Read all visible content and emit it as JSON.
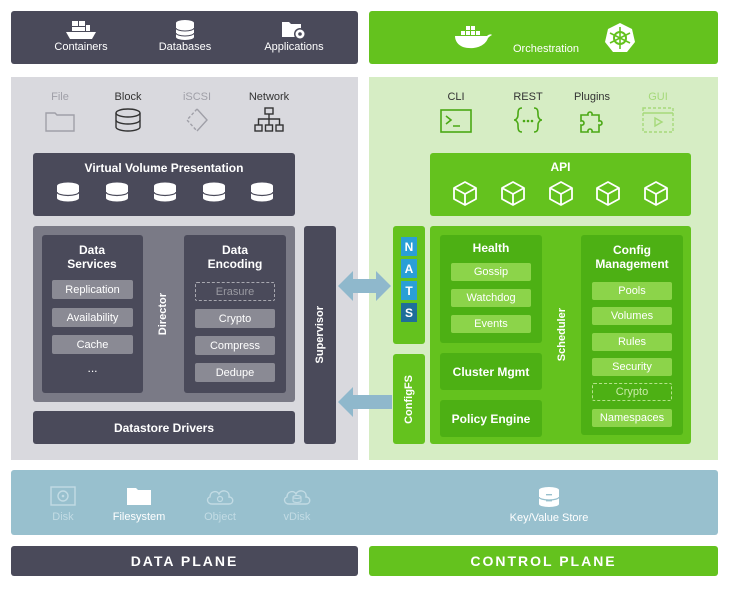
{
  "top_left": {
    "containers": "Containers",
    "databases": "Databases",
    "applications": "Applications"
  },
  "top_right": {
    "orchestration": "Orchestration"
  },
  "data_plane": {
    "protocols": [
      "File",
      "Block",
      "iSCSI",
      "Network"
    ],
    "virtual_volume": "Virtual Volume Presentation",
    "data_services": {
      "title": "Data Services",
      "items": [
        "Replication",
        "Availability",
        "Cache",
        "..."
      ]
    },
    "director": "Director",
    "data_encoding": {
      "title": "Data Encoding",
      "items": [
        "Erasure",
        "Crypto",
        "Compress",
        "Dedupe"
      ]
    },
    "datastore_drivers": "Datastore Drivers",
    "supervisor": "Supervisor"
  },
  "control_plane": {
    "interfaces": [
      "CLI",
      "REST",
      "Plugins",
      "GUI"
    ],
    "api": "API",
    "nats": [
      "N",
      "A",
      "T",
      "S"
    ],
    "configfs": "ConfigFS",
    "health": {
      "title": "Health",
      "items": [
        "Gossip",
        "Watchdog",
        "Events"
      ]
    },
    "cluster_mgmt": "Cluster Mgmt",
    "policy_engine": "Policy Engine",
    "scheduler": "Scheduler",
    "config_management": {
      "title": "Config Management",
      "items": [
        "Pools",
        "Volumes",
        "Rules",
        "Security",
        "Crypto",
        "Namespaces"
      ]
    }
  },
  "storage": {
    "items": [
      "Disk",
      "Filesystem",
      "Object",
      "vDisk"
    ],
    "kv_store": "Key/Value Store"
  },
  "bottom": {
    "data_plane_label": "DATA PLANE",
    "control_plane_label": "CONTROL PLANE"
  },
  "colors": {
    "dark": "#4a4a5a",
    "green": "#64c21e",
    "light_gray": "#d9d9de",
    "light_green": "#d6edc4",
    "storage_blue": "#98c0ce",
    "arrow_blue": "#8fb8cc"
  }
}
